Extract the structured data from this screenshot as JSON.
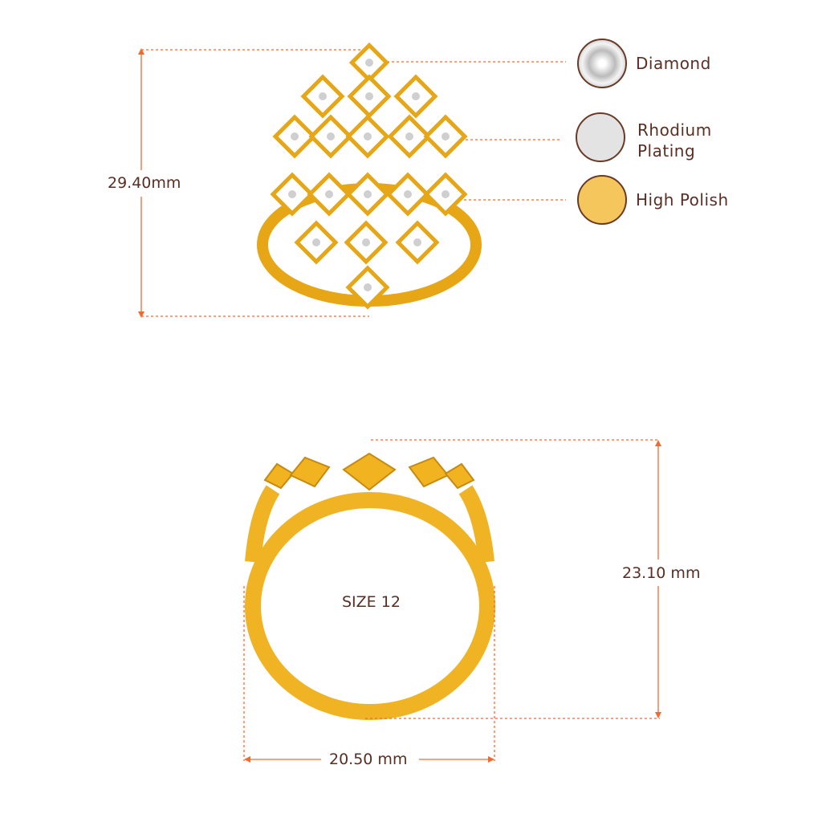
{
  "dimensions": {
    "top_height": "29.40mm",
    "side_height": "23.10 mm",
    "width": "20.50 mm",
    "size": "SIZE 12"
  },
  "legend": [
    {
      "label": "Diamond",
      "color": "#e8e8e8",
      "icon": "diamond-swatch-icon"
    },
    {
      "label": "Rhodium Plating",
      "line1": "Rhodium",
      "line2": "Plating",
      "color": "#e3e3e3",
      "icon": "rhodium-swatch-icon"
    },
    {
      "label": "High Polish",
      "color": "#f5c65c",
      "icon": "gold-swatch-icon"
    }
  ],
  "colors": {
    "dimension_line": "#f26a2e",
    "text": "#5a2e22",
    "gold": "#f2b320"
  }
}
